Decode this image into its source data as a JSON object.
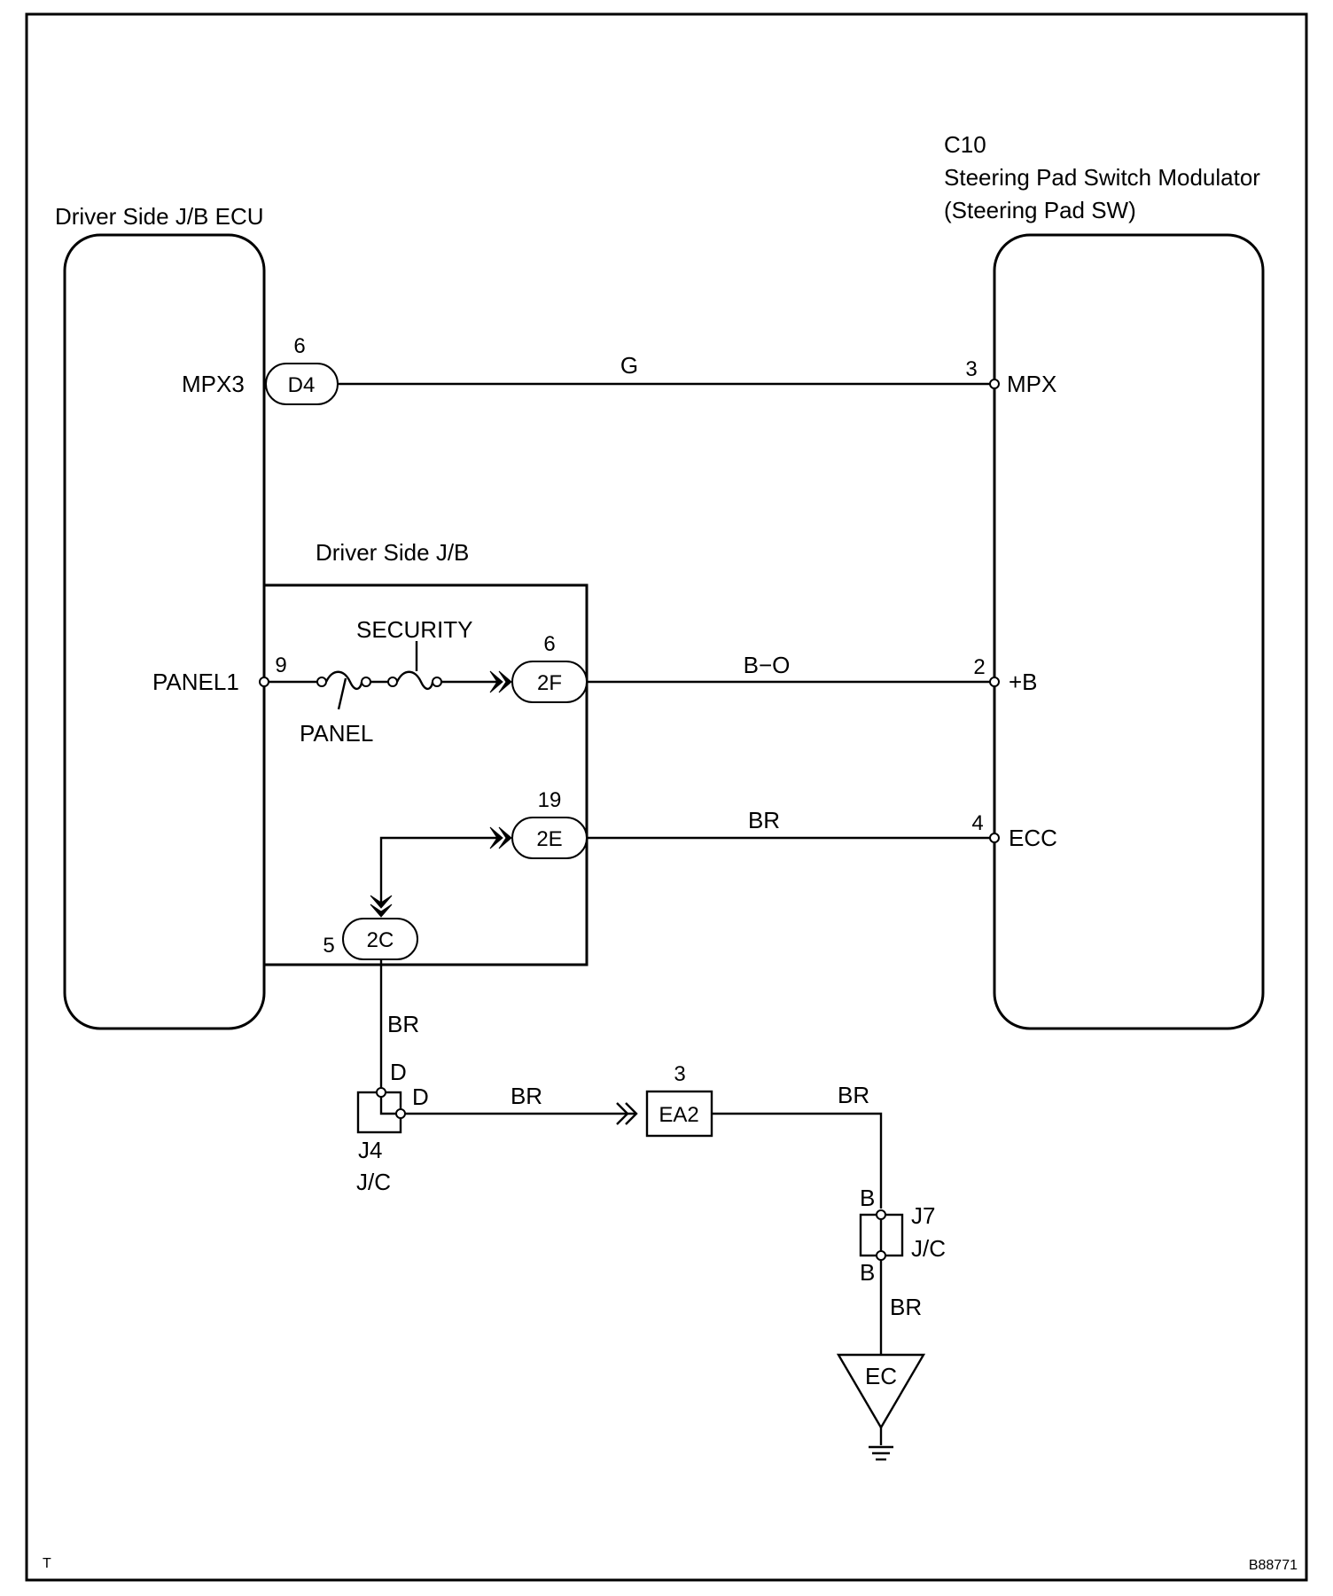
{
  "figure_code": "B88771",
  "corner_mark": "T",
  "components": {
    "ecu_title": "Driver Side J/B ECU",
    "modulator_code": "C10",
    "modulator_title": "Steering Pad Switch Modulator",
    "modulator_subtitle": "(Steering Pad SW)",
    "jb_title": "Driver Side J/B"
  },
  "terminals": {
    "mpx3": "MPX3",
    "panel1": "PANEL1",
    "mpx": "MPX",
    "plus_b": "+B",
    "ecc": "ECC"
  },
  "connectors": {
    "d4": {
      "label": "D4",
      "pin": "6"
    },
    "f2": {
      "label": "2F",
      "pin": "6"
    },
    "e2": {
      "label": "2E",
      "pin": "19"
    },
    "c2": {
      "label": "2C",
      "pin": "5"
    },
    "ea2": {
      "label": "EA2",
      "pin": "3"
    }
  },
  "pins": {
    "panel1_pin": "9",
    "mpx_pin": "3",
    "plus_b_pin": "2",
    "ecc_pin": "4"
  },
  "wires": {
    "mpx_color": "G",
    "plus_b_color": "B−O",
    "ecc_color": "BR",
    "c2_down_color": "BR",
    "j4_to_ea2_color": "BR",
    "ea2_out_color": "BR",
    "ground_color": "BR"
  },
  "fuses": {
    "security": "SECURITY",
    "panel": "PANEL"
  },
  "junctions": {
    "j4": {
      "code": "J4",
      "type": "J/C",
      "pin_in": "D",
      "pin_out": "D"
    },
    "j7": {
      "code": "J7",
      "type": "J/C",
      "pin_top": "B",
      "pin_bottom": "B"
    }
  },
  "ground": {
    "label": "EC"
  }
}
